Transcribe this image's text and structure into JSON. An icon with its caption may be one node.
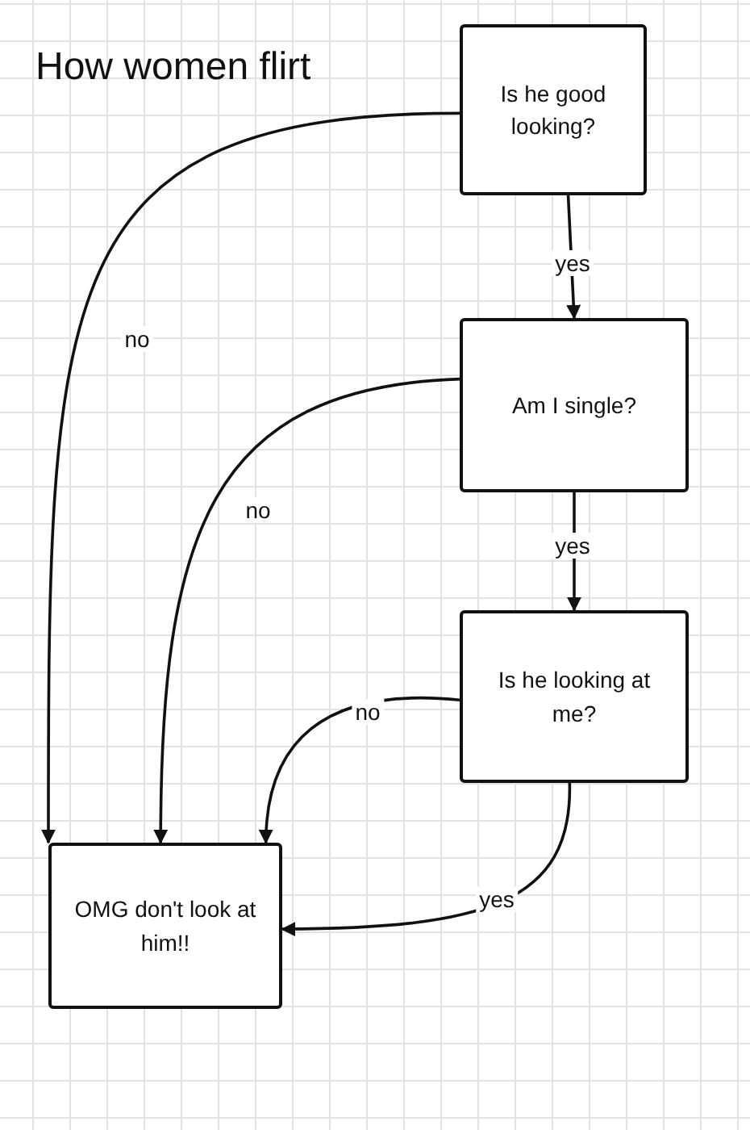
{
  "diagram": {
    "title": "How women flirt",
    "nodes": [
      {
        "text": [
          "Is he good looking?"
        ]
      },
      {
        "text": [
          "Am I single?"
        ]
      },
      {
        "text": [
          "Is he looking at me?"
        ]
      },
      {
        "text": [
          "OMG don't look at him!!"
        ]
      }
    ],
    "edges": [
      {
        "from": 0,
        "to": 1,
        "arrow": "to",
        "label": "yes"
      },
      {
        "from": 1,
        "to": 2,
        "arrow": "to",
        "label": "yes"
      },
      {
        "from": 0,
        "to": 3,
        "arrow": "to",
        "label": "no"
      },
      {
        "from": 1,
        "to": 3,
        "arrow": "to",
        "label": "no"
      },
      {
        "from": 2,
        "to": 3,
        "arrow": "to",
        "label": "no"
      },
      {
        "from": 2,
        "to": 3,
        "arrow": "to",
        "label": "yes"
      }
    ]
  }
}
